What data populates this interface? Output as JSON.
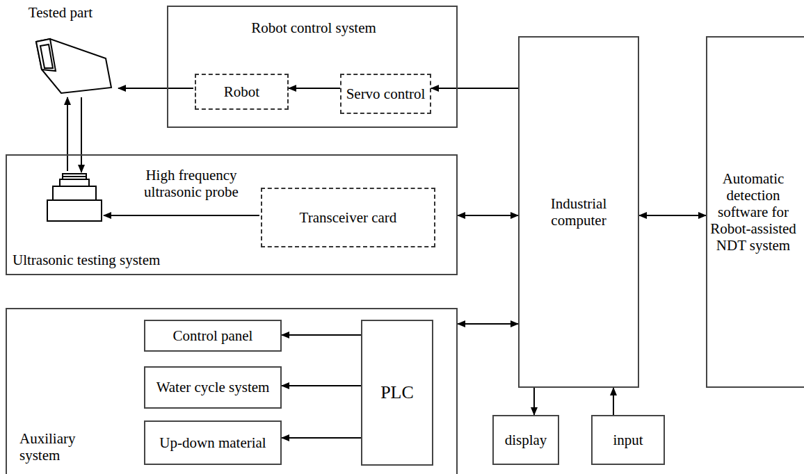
{
  "diagram": {
    "nodes": [
      {
        "text": [
          "Robot control system"
        ]
      },
      {
        "text": [
          "Robot"
        ],
        "in": 0
      },
      {
        "text": [
          "Servo control"
        ],
        "in": 0
      },
      {
        "text": [
          "Ultrasonic testing system"
        ]
      },
      {
        "text": [
          "Transceiver card"
        ],
        "in": 3
      },
      {
        "text": [
          "Auxiliary system"
        ]
      },
      {
        "text": [
          "Control panel"
        ],
        "in": 5
      },
      {
        "text": [
          "Water cycle system"
        ],
        "in": 5
      },
      {
        "text": [
          "Up-down material"
        ],
        "in": 5
      },
      {
        "text": [
          "PLC"
        ],
        "in": 5
      },
      {
        "text": [
          "Industrial computer"
        ]
      },
      {
        "text": [
          "Automatic detection software for Robot-assisted NDT system"
        ]
      },
      {
        "text": [
          "display"
        ]
      },
      {
        "text": [
          "input"
        ]
      }
    ],
    "edges": [
      {
        "from": 10,
        "to": 2,
        "arrow": "to"
      },
      {
        "from": 2,
        "to": 1,
        "arrow": "to"
      },
      {
        "from": 3,
        "to": 10,
        "arrow": "both"
      },
      {
        "from": 5,
        "to": 10,
        "arrow": "both"
      },
      {
        "from": 9,
        "to": 6,
        "arrow": "to"
      },
      {
        "from": 9,
        "to": 7,
        "arrow": "to"
      },
      {
        "from": 9,
        "to": 8,
        "arrow": "to"
      },
      {
        "from": 10,
        "to": 11,
        "arrow": "both"
      },
      {
        "from": 10,
        "to": 12,
        "arrow": "to"
      },
      {
        "from": 13,
        "to": 10,
        "arrow": "to"
      }
    ],
    "labels": [
      "Tested part",
      "High frequency ultrasonic probe"
    ]
  }
}
